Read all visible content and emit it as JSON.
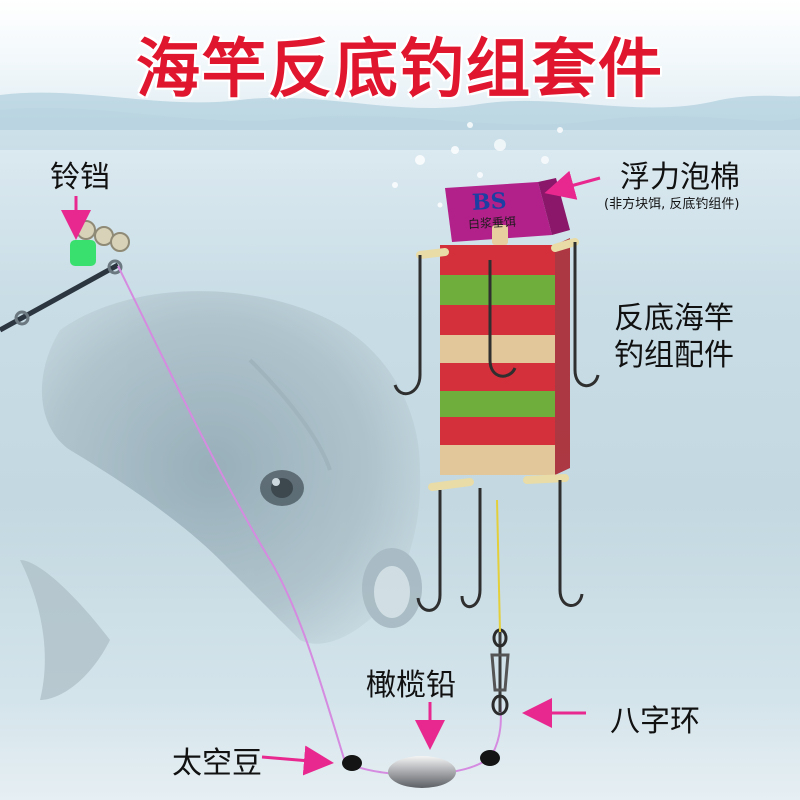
{
  "title": "海竿反底钓组套件",
  "labels": {
    "bell": "铃铛",
    "foam": "浮力泡棉",
    "foam_note": "(非方块饵, 反底钓组件)",
    "rig_parts_line1": "反底海竿",
    "rig_parts_line2": "钓组配件",
    "olive_sinker": "橄榄铅",
    "space_bean": "太空豆",
    "swivel": "八字环"
  },
  "foam_print": {
    "brand": "BS",
    "text": "白浆垂饵"
  },
  "colors": {
    "title": "#e0152e",
    "arrow": "#e8278f",
    "line": "#d58be0",
    "foam": "#b2208a",
    "bait_red": "#d3303c",
    "bait_green": "#6fae3c",
    "bait_tan": "#e2c79a"
  },
  "icons": [
    "bell-icon",
    "fish-icon",
    "hook-icon",
    "sinker-icon",
    "swivel-icon",
    "arrow-icon"
  ]
}
